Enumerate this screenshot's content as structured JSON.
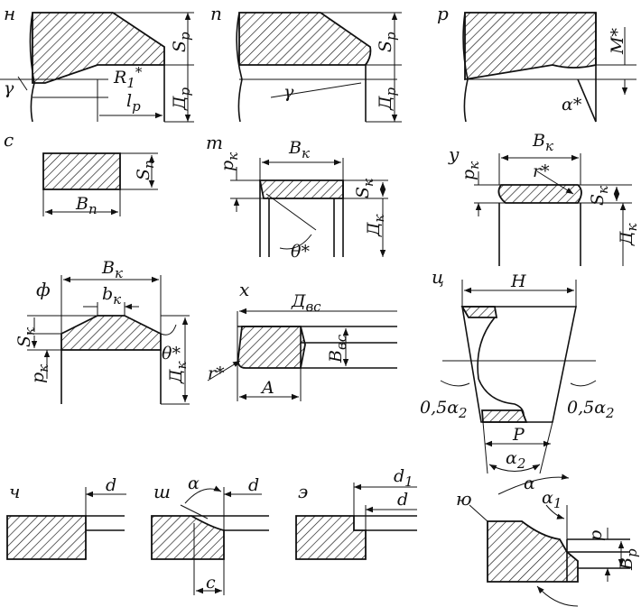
{
  "panels": {
    "n1": {
      "letter": "н",
      "S": "S",
      "S_sub": "р",
      "R": "R",
      "R_sub": "1",
      "R_star": "*",
      "l": "l",
      "l_sub": "р",
      "gamma": "γ",
      "D": "Д",
      "D_sub": "р"
    },
    "n2": {
      "letter": "п",
      "S": "S",
      "S_sub": "р",
      "gamma": "γ",
      "D": "Д",
      "D_sub": "р"
    },
    "r": {
      "letter": "р",
      "M": "M*",
      "alpha": "α*"
    },
    "s": {
      "letter": "с",
      "S": "S",
      "S_sub": "п",
      "B": "B",
      "B_sub": "п"
    },
    "t": {
      "letter": "т",
      "B": "B",
      "B_sub": "к",
      "p": "p",
      "p_sub": "к",
      "S": "S",
      "S_sub": "к",
      "theta": "θ*",
      "D": "Д",
      "D_sub": "к"
    },
    "u": {
      "letter": "у",
      "B": "B",
      "B_sub": "к",
      "p": "p",
      "p_sub": "к",
      "r": "r*",
      "S": "S",
      "S_sub": "к",
      "D": "Д",
      "D_sub": "к"
    },
    "f": {
      "letter": "ф",
      "B": "B",
      "B_sub": "к",
      "b": "b",
      "b_sub": "к",
      "S": "S",
      "S_sub": "к",
      "p": "p",
      "p_sub": "к",
      "theta": "θ*",
      "D": "Д",
      "D_sub": "к"
    },
    "x": {
      "letter": "х",
      "D": "Д",
      "D_sub": "вс",
      "B": "B",
      "B_sub": "вс",
      "r": "r*",
      "A": "A"
    },
    "ts": {
      "letter": "ц",
      "H": "H",
      "a_left": "0,5α",
      "a_left_sub": "2",
      "a_right": "0,5α",
      "a_right_sub": "2",
      "P": "P",
      "a2": "α",
      "a2_sub": "2"
    },
    "ch": {
      "letter": "ч",
      "d": "d"
    },
    "sh": {
      "letter": "ш",
      "alpha": "α",
      "d": "d",
      "c": "c"
    },
    "e": {
      "letter": "э",
      "d1": "d",
      "d1_sub": "1",
      "d": "d"
    },
    "yu": {
      "letter": "ю",
      "alpha": "α",
      "alpha1": "α",
      "alpha1_sub": "1",
      "p": "p",
      "B": "B",
      "B_sub": "р"
    }
  }
}
